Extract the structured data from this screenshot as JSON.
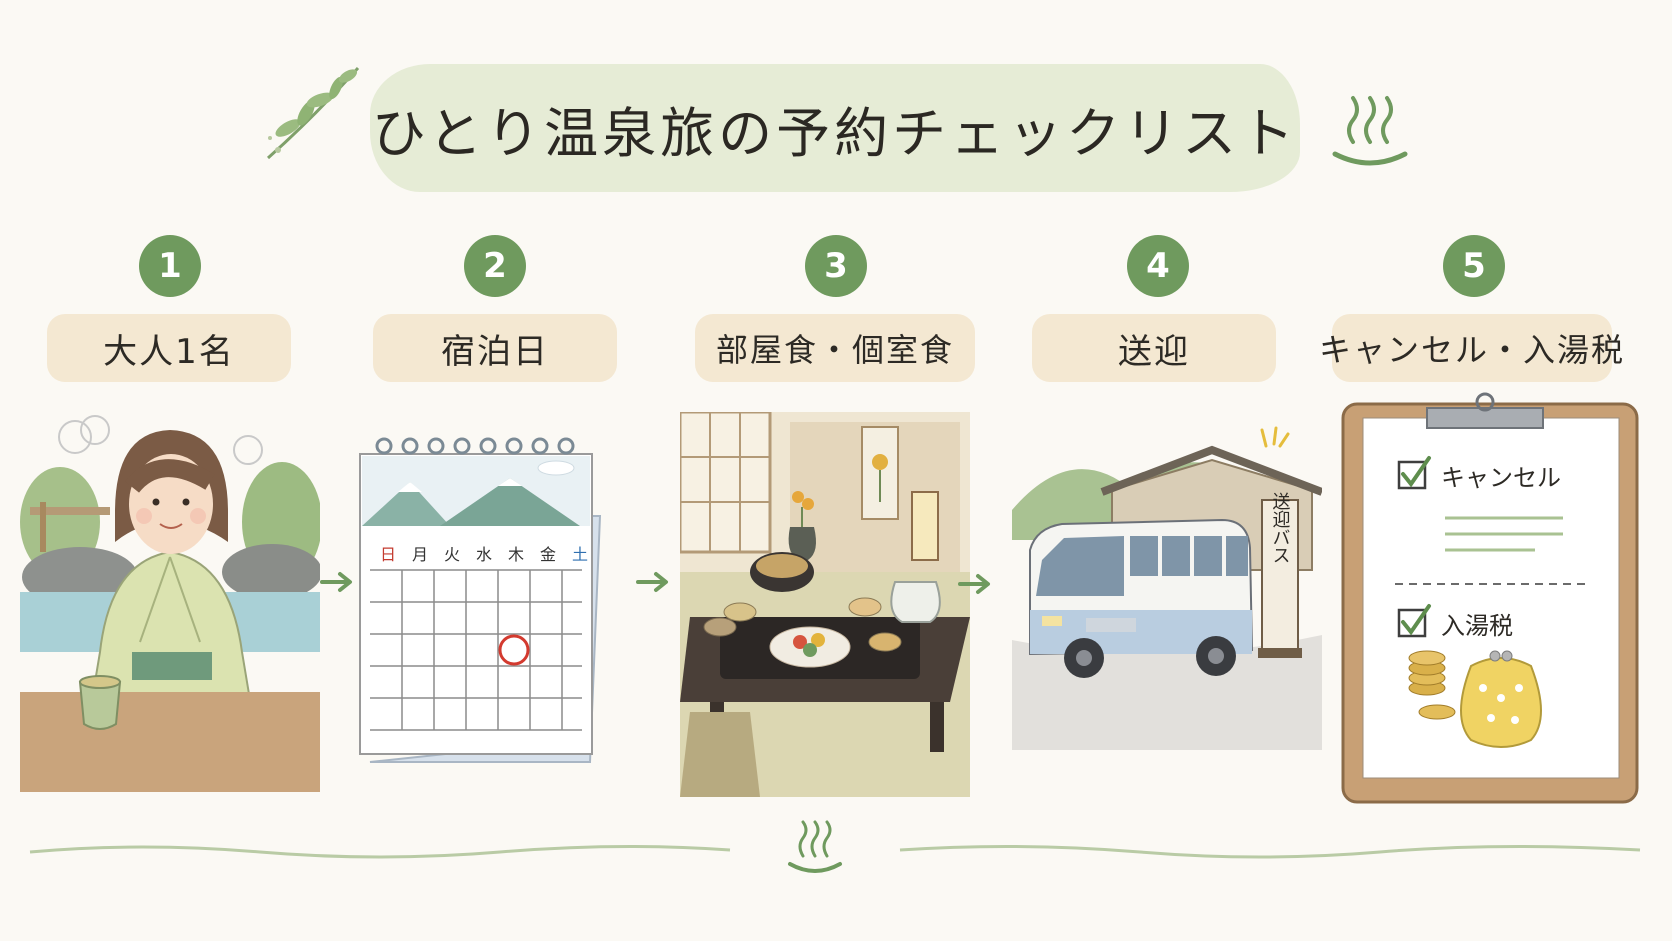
{
  "title": "ひとり温泉旅の予約チェックリスト",
  "steps": [
    {
      "number": "1",
      "label": "大人1名"
    },
    {
      "number": "2",
      "label": "宿泊日"
    },
    {
      "number": "3",
      "label": "部屋食・個室食"
    },
    {
      "number": "4",
      "label": "送迎"
    },
    {
      "number": "5",
      "label": "キャンセル・入湯税"
    }
  ],
  "calendar": {
    "weekdays": [
      "日",
      "月",
      "火",
      "水",
      "木",
      "金",
      "土"
    ]
  },
  "bus_sign": "送迎バス",
  "checklist": {
    "items": [
      "キャンセル",
      "入湯税"
    ]
  },
  "colors": {
    "accent_green": "#6f9a5e",
    "label_beige": "#f4e8d2",
    "title_band": "#e6ecd6"
  }
}
